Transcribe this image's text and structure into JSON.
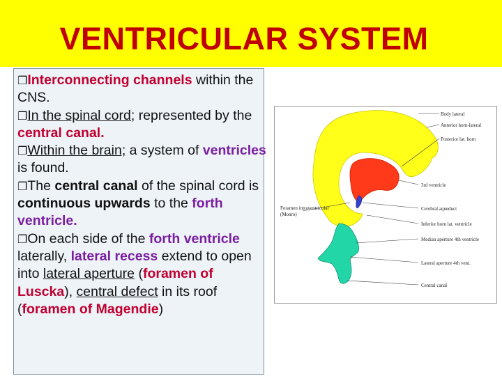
{
  "title": "VENTRICULAR SYSTEM",
  "bullets": {
    "b1": {
      "red": "Interconnecting channels",
      "rest": " within the CNS."
    },
    "b2": {
      "u": "In the spinal cord;",
      "mid": " represented by the ",
      "red": "central canal."
    },
    "b3": {
      "u": "Within the brain;",
      "mid": " a system of ",
      "purple": "ventricles",
      "rest": " is found."
    },
    "b4": {
      "a": "The ",
      "dark1": "central canal",
      "b": " of the spinal cord is ",
      "dark2": "continuous upwards",
      "c": " to the ",
      "purple": "forth ventricle."
    },
    "b5": {
      "a": "On each side of the ",
      "purple1": "forth ventricle",
      "b": " laterally, ",
      "purple2": "lateral recess",
      "c": " extend to open into ",
      "u1": "lateral aperture",
      "d": " (",
      "red1": "foramen of Luscka",
      "e": "), ",
      "u2": "central defect",
      "f": " in its roof (",
      "red2": "foramen of Magendie",
      "g": ")"
    }
  },
  "diagram": {
    "labels_right": [
      "Body lateral",
      "Anterior horn-lateral",
      "Posterior lat. horn",
      "3rd ventricle",
      "Cerebral aqueduct",
      "Inferior horn lat. ventricle",
      "Median aperture 4th ventricle",
      "Lateral aperture 4th vent.",
      "Central canal"
    ],
    "labels_left": [
      "Foramen intraventricular",
      "(Monro)"
    ],
    "colors": {
      "lateral_ventricle": "#ffff1a",
      "third_ventricle": "#ff3a1a",
      "aqueduct": "#3344cc",
      "fourth_ventricle": "#22d6a8",
      "title_bar": "#ffff00",
      "title_text": "#c00000"
    }
  }
}
